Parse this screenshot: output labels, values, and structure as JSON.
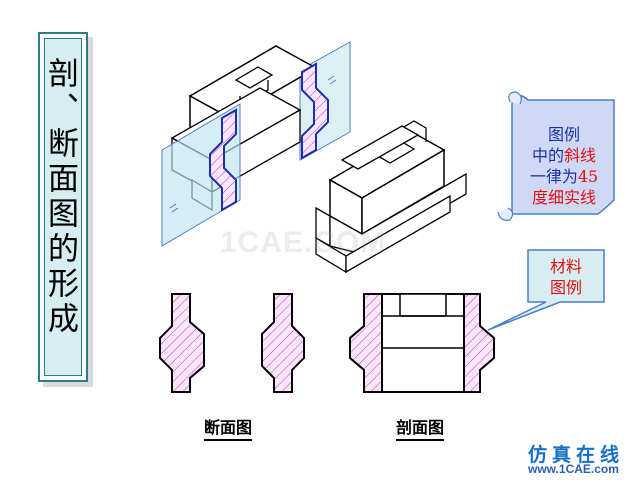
{
  "title": "剖、断面图的形成",
  "scroll_note": {
    "line1": "图例",
    "line2_a": "中的",
    "line2_b": "斜线",
    "line3_a": "一律为",
    "line3_b": "45",
    "line4": "度细实线"
  },
  "callout": {
    "line1": "材料",
    "line2": "图例"
  },
  "captions": {
    "section_view": "断面图",
    "cut_view": "剖面图"
  },
  "watermark": "1CAE.COM",
  "logo": {
    "cn": "仿真在线",
    "url": "www.1CAE.com"
  },
  "colors": {
    "outline": "#000000",
    "plane": "#bfe3ef",
    "plane_edge": "#4b7fc9",
    "hatch": "#c733c7",
    "section_fill": "#fbe6fb",
    "title_bg": "#d6eef2",
    "scroll_bg": "#cfd8f5",
    "callout_bg": "#d6eef2"
  }
}
